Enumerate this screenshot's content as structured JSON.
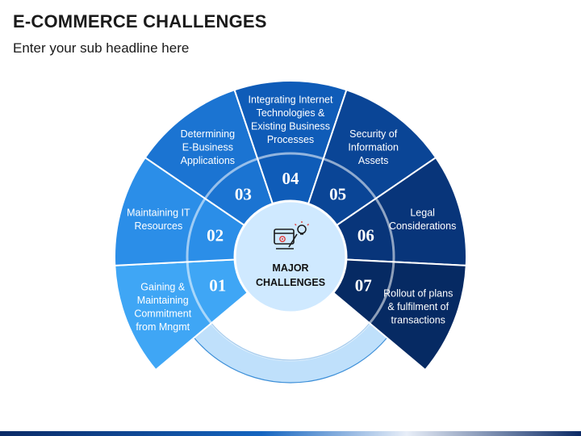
{
  "header": {
    "title": "E-COMMERCE CHALLENGES",
    "subtitle": "Enter your sub headline here"
  },
  "center": {
    "label_line1": "MAJOR",
    "label_line2": "CHALLENGES",
    "icon": "strategy-icon"
  },
  "segments": [
    {
      "number": "01",
      "lines": [
        "Gaining &",
        "Maintaining",
        "Commitment",
        "from Mngmt"
      ],
      "color": "#3fa6f5"
    },
    {
      "number": "02",
      "lines": [
        "Maintaining IT",
        "Resources"
      ],
      "color": "#2b8ee8"
    },
    {
      "number": "03",
      "lines": [
        "Determining",
        "E-Business",
        "Applications"
      ],
      "color": "#1b74d2"
    },
    {
      "number": "04",
      "lines": [
        "Integrating Internet",
        "Technologies &",
        "Existing Business",
        "Processes"
      ],
      "color": "#0f5cb8"
    },
    {
      "number": "05",
      "lines": [
        "Security of",
        "Information",
        "Assets"
      ],
      "color": "#0a4596"
    },
    {
      "number": "06",
      "lines": [
        "Legal",
        "Considerations"
      ],
      "color": "#08357a"
    },
    {
      "number": "07",
      "lines": [
        "Rollout of plans",
        "& fulfilment of",
        "transactions"
      ],
      "color": "#062a63"
    }
  ],
  "colors": {
    "inner_ring": "#bfe0fb",
    "center_fill": "#cfe9ff",
    "ring_line": "#ffffff"
  }
}
